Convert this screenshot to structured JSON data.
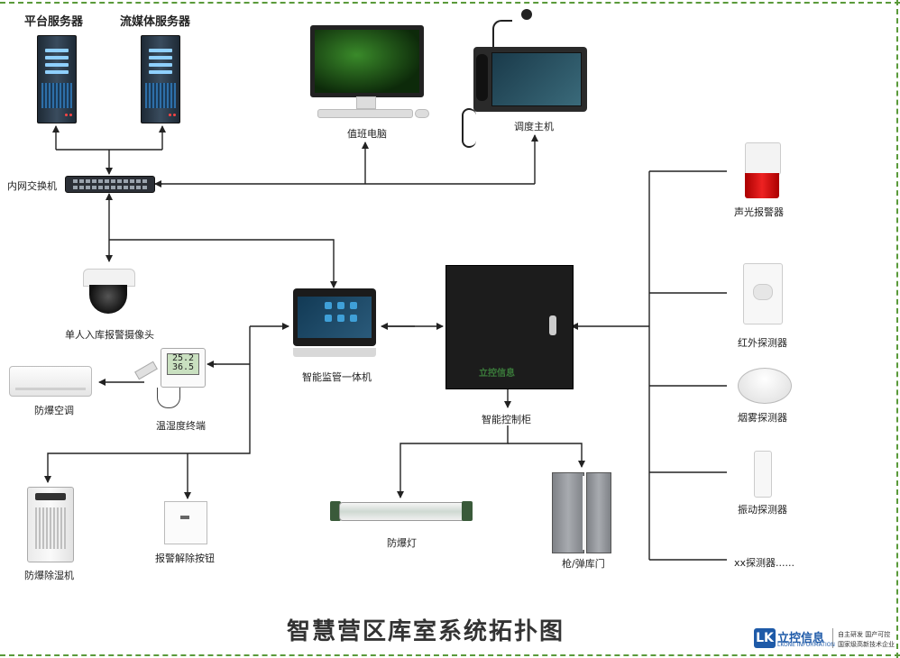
{
  "title": "智慧营区库室系统拓扑图",
  "nodes": {
    "platform_server": "平台服务器",
    "media_server": "流媒体服务器",
    "duty_pc": "值班电脑",
    "dispatch_host": "调度主机",
    "network_switch": "内网交换机",
    "alarm_camera": "单人入库报警摄像头",
    "monitor_terminal": "智能监管一体机",
    "control_cabinet": "智能控制柜",
    "ac": "防爆空调",
    "th_terminal": "温湿度终端",
    "dehumidifier": "防爆除湿机",
    "alarm_reset_button": "报警解除按钮",
    "explosion_lamp": "防爆灯",
    "armory_door": "枪/弹库门",
    "sound_light_alarm": "声光报警器",
    "infrared_detector": "红外探测器",
    "smoke_detector": "烟雾探测器",
    "vibration_detector": "振动探测器",
    "xx_detector": "xx探测器......"
  },
  "th_display": {
    "temp": "25.2",
    "humidity": "36.5"
  },
  "cabinet_logo": "立控信息",
  "brand": {
    "mark": "LK",
    "name": "立控信息",
    "en": "LKONE INFORMATION",
    "slogan1": "自主研发 国产可控",
    "slogan2": "国家级高新技术企业"
  },
  "colors": {
    "line": "#222222",
    "border": "#5a9a3a",
    "brand": "#1e5aa8"
  }
}
